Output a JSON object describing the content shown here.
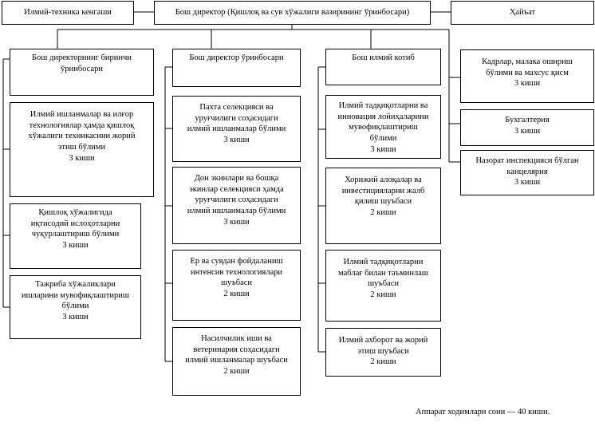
{
  "top_row": {
    "council": "Илмий-техника кенгаши",
    "director": "Бош директор (Қишлоқ ва сув хўжалиги вазирининг ўринбосари)",
    "board": "Ҳайъат"
  },
  "columns": [
    {
      "head": [
        "Бош директорнинг биринчи",
        "ўринбосари"
      ],
      "items": [
        [
          "Илмий ишланмалар ва илғор",
          "технологиялар ҳамда қишлоқ",
          "хўжалиги техникасини жорий",
          "этиш бўлими",
          "3 киши"
        ],
        [
          "Қишлоқ хўжалигида",
          "иқтисодий ислоҳотларни",
          "чуқурлаштириш бўлими",
          "3 киши"
        ],
        [
          "Тажриба хўжаликлари",
          "ишларини мувофиқлаштириш",
          "бўлими",
          "3 киши"
        ]
      ]
    },
    {
      "head": [
        "Бош директор ўринбосари"
      ],
      "items": [
        [
          "Пахта селекцияси ва",
          "уруғчилиги соҳасидаги",
          "илмий ишланмалар бўлими",
          "3 киши"
        ],
        [
          "Дон экинлари ва бошқа",
          "экинлар селекцияси ҳамда",
          "уруғчилиги соҳасидаги",
          "илмий ишланмалар бўлими",
          "3 киши"
        ],
        [
          "Ер ва сувдан фойдаланиш",
          "интенсив технологиялари",
          "шуъбаси",
          "2 киши"
        ],
        [
          "Насилчилик иши ва",
          "ветеринария соҳасидаги",
          "илмий ишланмалар шуъбаси",
          "2 киши"
        ]
      ]
    },
    {
      "head": [
        "Бош илмий котиб"
      ],
      "items": [
        [
          "Илмий тадқиқотларни ва",
          "инновация лойиҳаларини",
          "мувофиқлаштириш",
          "бўлими",
          "3 киши"
        ],
        [
          "Хорижий алоқалар ва",
          "инвестицияларни жалб",
          "қилиш шуъбаси",
          "2 киши"
        ],
        [
          "Илмий тадқиқотларни",
          "маблағ билан таъминлаш",
          "шуъбаси",
          "2 киши"
        ],
        [
          "Илмий ахборот ва жорий",
          "этиш шуъбаси",
          "2 киши"
        ]
      ]
    }
  ],
  "right_column": [
    [
      "Кадрлар, малака ошириш",
      "бўлими ва махсус қисм",
      "3 киши"
    ],
    [
      "Бухгалтерия",
      "3 киши"
    ],
    [
      "Назорат инспекцияси бўлган",
      "канцелярия",
      "3 киши"
    ]
  ],
  "footer": "Аппарат ходимлари сони  — 40 киши."
}
